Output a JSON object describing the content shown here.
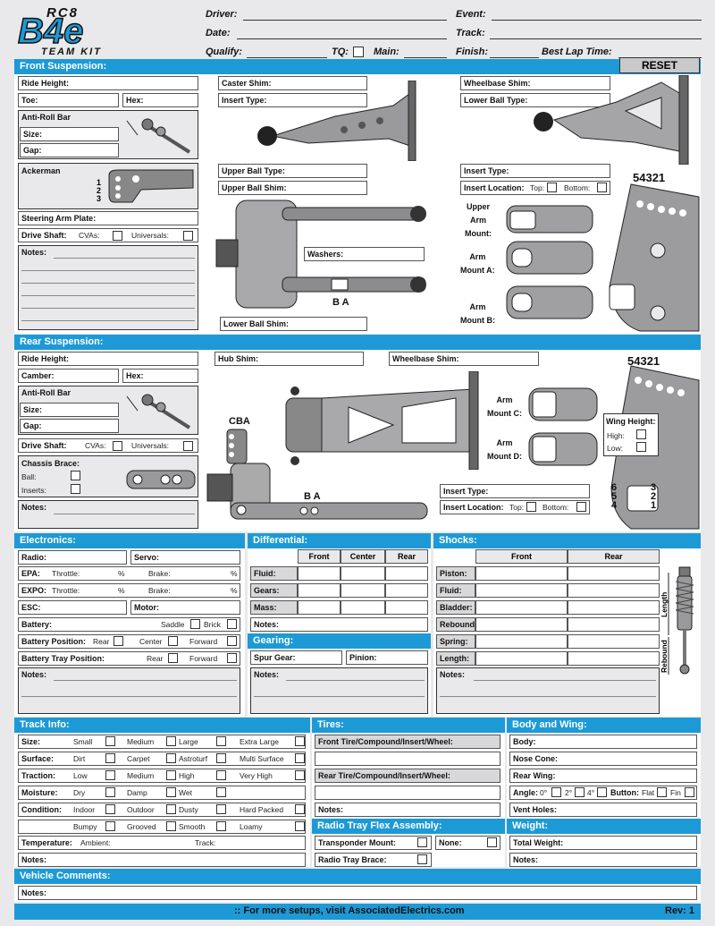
{
  "logo": {
    "top": "RC8",
    "main": "B4e",
    "sub": "TEAM KIT"
  },
  "header": {
    "driver": "Driver:",
    "date": "Date:",
    "qualify": "Qualify:",
    "tq": "TQ:",
    "main": "Main:",
    "event": "Event:",
    "track": "Track:",
    "finish": "Finish:",
    "best_lap": "Best Lap Time:"
  },
  "reset": "RESET",
  "front": {
    "title": "Front Suspension:",
    "ride_height": "Ride Height:",
    "toe": "Toe:",
    "hex": "Hex:",
    "arb": "Anti-Roll Bar",
    "size": "Size:",
    "gap": "Gap:",
    "ackerman": "Ackerman",
    "ack_nums": "1\n2\n3",
    "steering": "Steering Arm Plate:",
    "drive": "Drive Shaft:",
    "cvas": "CVAs:",
    "universals": "Universals:",
    "notes": "Notes:",
    "caster": "Caster Shim:",
    "insert_type": "Insert Type:",
    "upper_ball_type": "Upper Ball Type:",
    "upper_ball_shim": "Upper Ball Shim:",
    "washers": "Washers:",
    "lower_ball_shim": "Lower Ball Shim:",
    "ba": "B A",
    "wheelbase": "Wheelbase Shim:",
    "lower_ball_type": "Lower Ball Type:",
    "insert_type2": "Insert Type:",
    "insert_loc": "Insert Location:",
    "top": "Top:",
    "bottom": "Bottom:",
    "upper_mount": "Upper\nArm\nMount:",
    "mount_a": "Arm\nMount A:",
    "mount_b": "Arm\nMount B:",
    "nums": "54321"
  },
  "rear": {
    "title": "Rear Suspension:",
    "ride_height": "Ride Height:",
    "camber": "Camber:",
    "hex": "Hex:",
    "arb": "Anti-Roll Bar",
    "size": "Size:",
    "gap": "Gap:",
    "drive": "Drive Shaft:",
    "cvas": "CVAs:",
    "universals": "Universals:",
    "brace": "Chassis Brace:",
    "ball": "Ball:",
    "inserts": "Inserts:",
    "notes": "Notes:",
    "hub": "Hub Shim:",
    "wheelbase": "Wheelbase Shim:",
    "cba": "CBA",
    "ba": "B A",
    "mount_c": "Arm\nMount C:",
    "mount_d": "Arm\nMount D:",
    "insert_type": "Insert Type:",
    "insert_loc": "Insert Location:",
    "top": "Top:",
    "bottom": "Bottom:",
    "wing": "Wing Height:",
    "high": "High:",
    "low": "Low:",
    "nums": "54321",
    "nums_l": "6\n5\n4",
    "nums_r": "3\n2\n1"
  },
  "electronics": {
    "title": "Electronics:",
    "radio": "Radio:",
    "servo": "Servo:",
    "epa": "EPA:",
    "expo": "EXPO:",
    "throttle": "Throttle:",
    "brake": "Brake:",
    "pct": "%",
    "esc": "ESC:",
    "motor": "Motor:",
    "battery": "Battery:",
    "saddle": "Saddle",
    "brick": "Brick",
    "bat_pos": "Battery Position:",
    "rear": "Rear",
    "center": "Center",
    "forward": "Forward",
    "tray": "Battery Tray Position:",
    "notes": "Notes:"
  },
  "differential": {
    "title": "Differential:",
    "cols": [
      "Front",
      "Center",
      "Rear"
    ],
    "rows": [
      "Fluid:",
      "Gears:",
      "Mass:"
    ],
    "notes": "Notes:"
  },
  "gearing": {
    "title": "Gearing:",
    "spur": "Spur Gear:",
    "pinion": "Pinion:",
    "notes": "Notes:"
  },
  "shocks": {
    "title": "Shocks:",
    "cols": [
      "Front",
      "Rear"
    ],
    "rows": [
      "Piston:",
      "Fluid:",
      "Bladder:",
      "Rebound:",
      "Spring:",
      "Length:"
    ],
    "notes": "Notes:",
    "length_lbl": "Length",
    "rebound_lbl": "Rebound"
  },
  "track": {
    "title": "Track Info:",
    "size": "Size:",
    "size_opts": [
      "Small",
      "Medium",
      "Large",
      "Extra Large"
    ],
    "surface": "Surface:",
    "surface_opts": [
      "Dirt",
      "Carpet",
      "Astroturf",
      "Multi Surface"
    ],
    "traction": "Traction:",
    "traction_opts": [
      "Low",
      "Medium",
      "High",
      "Very High"
    ],
    "moisture": "Moisture:",
    "moisture_opts": [
      "Dry",
      "Damp",
      "Wet"
    ],
    "condition": "Condition:",
    "cond_opts1": [
      "Indoor",
      "Outdoor",
      "Dusty",
      "Hard Packed"
    ],
    "cond_opts2": [
      "Bumpy",
      "Grooved",
      "Smooth",
      "Loamy"
    ],
    "temp": "Temperature:",
    "ambient": "Ambient:",
    "track_t": "Track:",
    "notes": "Notes:"
  },
  "tires": {
    "title": "Tires:",
    "front": "Front Tire/Compound/Insert/Wheel:",
    "rear": "Rear Tire/Compound/Insert/Wheel:",
    "notes": "Notes:"
  },
  "radiotray": {
    "title": "Radio Tray Flex Assembly:",
    "transponder": "Transponder Mount:",
    "none": "None:",
    "brace": "Radio Tray Brace:"
  },
  "body": {
    "title": "Body and Wing:",
    "body": "Body:",
    "nose": "Nose Cone:",
    "rear_wing": "Rear Wing:",
    "angle": "Angle:",
    "a0": "0°",
    "a2": "2°",
    "a4": "4°",
    "button": "Button:",
    "flat": "Flat",
    "fin": "Fin",
    "vent": "Vent Holes:"
  },
  "weight": {
    "title": "Weight:",
    "total": "Total Weight:",
    "notes": "Notes:"
  },
  "vehicle": {
    "title": "Vehicle Comments:",
    "notes": "Notes:"
  },
  "footer": {
    "url": ":: For more setups, visit AssociatedElectrics.com",
    "rev": "Rev: 1"
  }
}
